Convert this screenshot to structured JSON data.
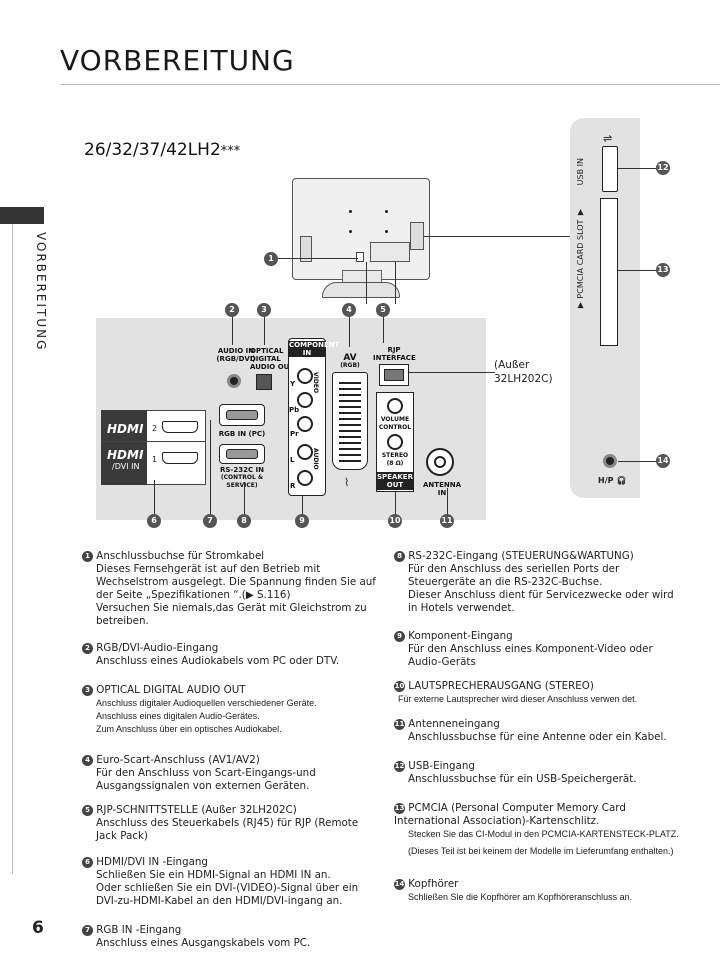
{
  "header": {
    "title": "VORBEREITUNG"
  },
  "side": {
    "label": "VORBEREITUNG"
  },
  "page_number": "6",
  "model": {
    "title": "26/32/37/42LH2",
    "suffix": "***"
  },
  "diagram": {
    "rear_labels": {
      "audio_in": "AUDIO IN\n(RGB/DVI)",
      "optical": "OPTICAL\nDIGITAL\nAUDIO OUT",
      "component": "COMPONENT\nIN",
      "video": "VIDEO",
      "audio": "AUDIO",
      "y": "Y",
      "pb": "Pb",
      "pr": "Pr",
      "l": "L",
      "r": "R",
      "av": "AV",
      "av_sub": "(RGB)",
      "rjp": "RJP\nINTERFACE",
      "volume_control": "VOLUME\nCONTROL",
      "stereo": "STEREO\n(8 Ω)",
      "speaker_out": "SPEAKER\nOUT",
      "antenna_in": "ANTENNA IN",
      "hdmi_2": "2",
      "hdmi_1": "1",
      "dvi_in": "/DVI IN",
      "hdmi_logo": "HDMI",
      "rgb_in": "RGB IN (PC)",
      "rs232c": "RS-232C IN",
      "rs232c_sub": "(CONTROL & SERVICE)",
      "rjp_note": "(Außer\n32LH202C)"
    },
    "side_labels": {
      "usb": "USB IN",
      "pcmcia": "▼ PCMCIA  CARD  SLOT ▼",
      "headphone": "H/P"
    },
    "callouts": [
      "1",
      "2",
      "3",
      "4",
      "5",
      "6",
      "7",
      "8",
      "9",
      "10",
      "11",
      "12",
      "13",
      "14"
    ]
  },
  "items": [
    {
      "num": "1",
      "title": "Anschlussbuchse für Stromkabel",
      "body": [
        "Dieses Fernsehgerät ist auf den Betrieb mit Wechselstrom ausgelegt. Die Spannung finden Sie auf der Seite „Spezifikationen “.(▶ S.116)",
        "Versuchen Sie niemals,das Gerät mit Gleichstrom zu betreiben."
      ]
    },
    {
      "num": "2",
      "title": "RGB/DVI-Audio-Eingang",
      "body": [
        "Anschluss eines Audiokabels vom PC oder DTV."
      ]
    },
    {
      "num": "3",
      "title": "OPTICAL DIGITAL AUDIO OUT",
      "body": [
        "Anschluss digitaler Audioquellen verschiedener Geräte.",
        "Anschluss eines digitalen Audio-Gerätes.",
        "Zum Anschluss über ein optisches Audiokabel."
      ]
    },
    {
      "num": "4",
      "title": "Euro-Scart-Anschluss (AV1/AV2)",
      "body": [
        "Für den Anschluss von Scart-Eingangs-und Ausgangssignalen von externen Geräten."
      ]
    },
    {
      "num": "5",
      "title": "RJP-SCHNITTSTELLE (Außer 32LH202C)",
      "body": [
        "Anschluss des Steuerkabels (RJ45) für RJP (Remote Jack Pack)"
      ]
    },
    {
      "num": "6",
      "title": "HDMI/DVI IN -Eingang",
      "body": [
        "Schließen Sie ein HDMI-Signal an HDMI IN an.",
        "Oder schließen Sie ein DVI-(VIDEO)-Signal über ein DVI-zu-HDMI-Kabel an den HDMI/DVI-ingang an."
      ]
    },
    {
      "num": "7",
      "title": "RGB IN -Eingang",
      "body": [
        "Anschluss eines Ausgangskabels vom PC."
      ]
    },
    {
      "num": "8",
      "title": "RS-232C-Eingang (STEUERUNG&WARTUNG)",
      "body": [
        "Für den Anschluss des seriellen Ports der Steuergeräte an die RS-232C-Buchse.",
        "Dieser Anschluss dient für Servicezwecke oder wird in Hotels verwendet."
      ]
    },
    {
      "num": "9",
      "title": "Komponent-Eingang",
      "body": [
        "Für den Anschluss eines Komponent-Video oder Audio-Geräts"
      ]
    },
    {
      "num": "10",
      "title": "LAUTSPRECHERAUSGANG (STEREO)",
      "body": [
        "Für externe Lautsprecher wird dieser Anschluss verwen det."
      ]
    },
    {
      "num": "11",
      "title": "Antenneneingang",
      "body": [
        "Anschlussbuchse für eine Antenne oder ein Kabel."
      ]
    },
    {
      "num": "12",
      "title": "USB-Eingang",
      "body": [
        "Anschlussbuchse für ein USB-Speichergerät."
      ]
    },
    {
      "num": "13",
      "title": "PCMCIA (Personal Computer Memory Card International Association)-Kartenschlitz.",
      "body": [
        "Stecken Sie das CI-Modul in den PCMCIA-KARTENSTECK-PLATZ.",
        "(Dieses Teil ist bei keinem der Modelle im Lieferumfang enthalten.)"
      ]
    },
    {
      "num": "14",
      "title": "Kopfhörer",
      "body": [
        "Schließen Sie die Kopfhörer am Kopfhöreranschluss an."
      ]
    }
  ]
}
